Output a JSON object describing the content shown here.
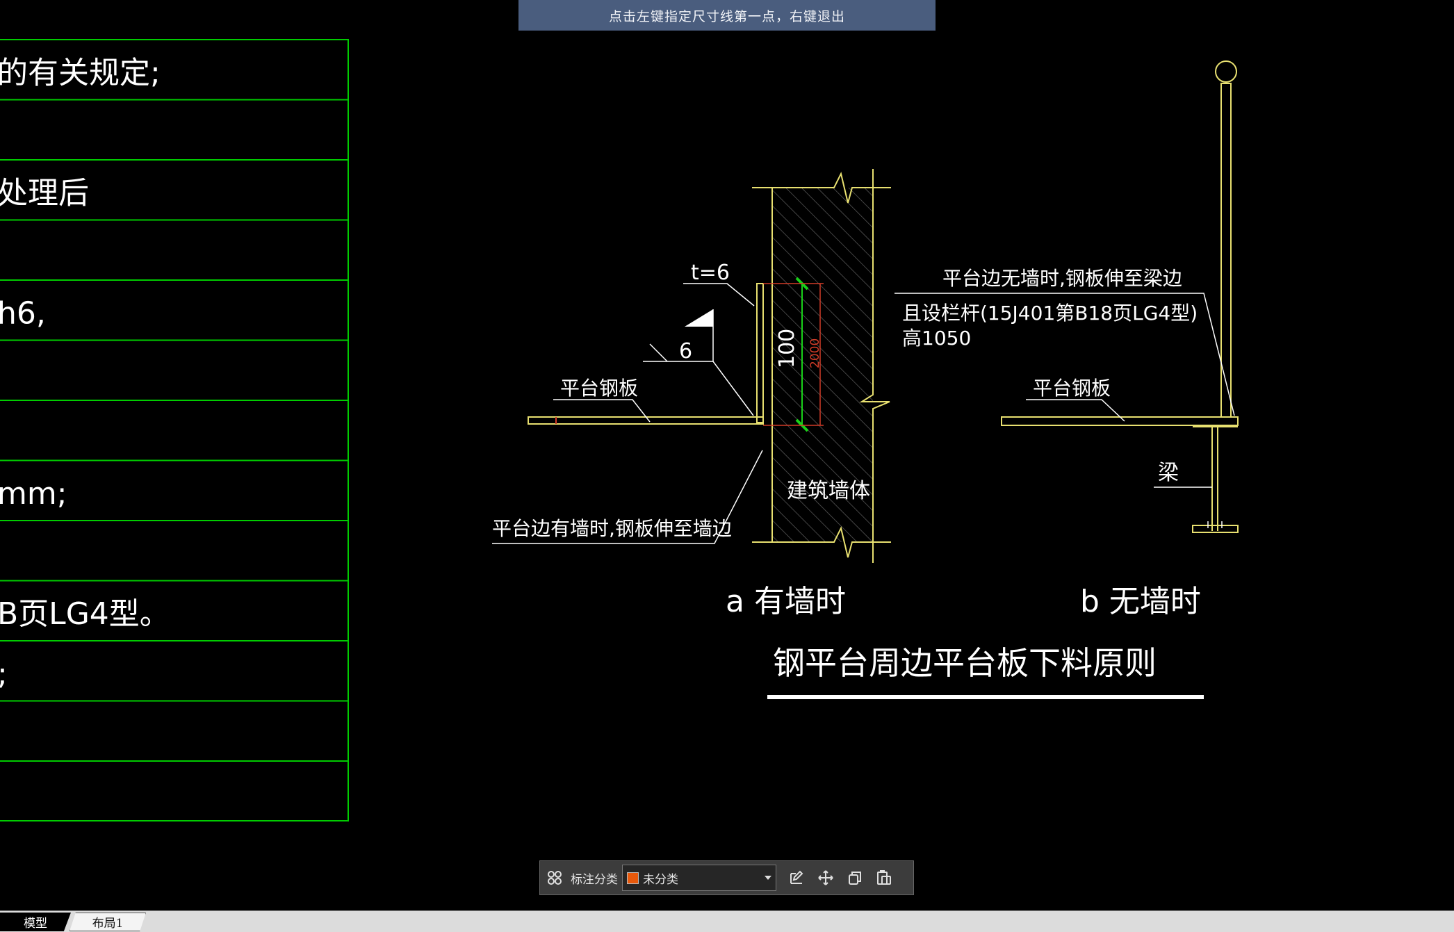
{
  "prompt": "点击左键指定尺寸线第一点，右键退出",
  "notes_table": {
    "rows": [
      "的有关规定;",
      "",
      "处理后",
      "",
      "h6,",
      "",
      "",
      "mm;",
      "",
      "B页LG4型。",
      ";",
      "",
      ""
    ]
  },
  "drawing": {
    "thickness_label": "t=6",
    "weld_size": "6",
    "dim_100": "100",
    "dim_2000": "2000",
    "platform_plate_a": "平台钢板",
    "platform_plate_b": "平台钢板",
    "wall_label": "建筑墙体",
    "note_with_wall": "平台边有墙时,钢板伸至墙边",
    "note_without_wall_1": "平台边无墙时,钢板伸至梁边",
    "note_without_wall_2": "且设栏杆(15J401第B18页LG4型)",
    "note_without_wall_3": "高1050",
    "beam_label": "梁",
    "caption_a": "a 有墙时",
    "caption_b": "b 无墙时",
    "title": "钢平台周边平台板下料原则"
  },
  "toolbar": {
    "category_label": "标注分类",
    "category_value": "未分类",
    "category_color": "#e8590c"
  },
  "tabs": {
    "model": "模型",
    "layout1": "布局1"
  },
  "colors": {
    "background": "#000000",
    "table_lines": "#00cc00",
    "drawing_lines": "#e8e070",
    "text": "#ffffff",
    "dim_green": "#19d219",
    "dim_red": "#d23c28"
  }
}
